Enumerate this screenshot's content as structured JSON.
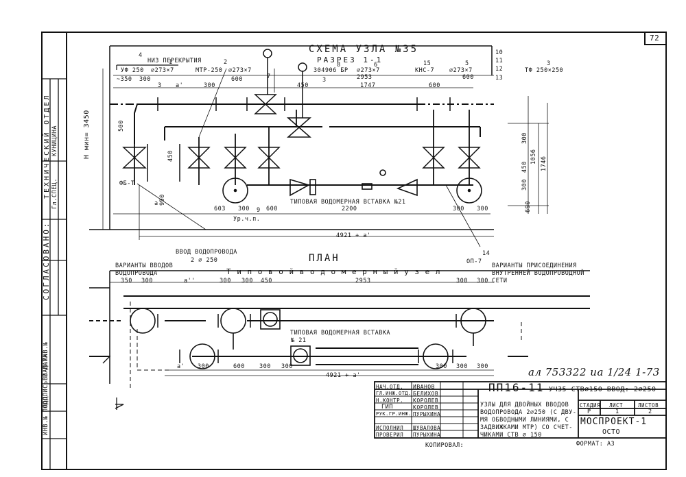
{
  "sheet": {
    "page_number": "72",
    "format": "ФОРМАТ: А3",
    "copied": "КОПИРОВАЛ:",
    "handwritten_note": "ал 753322 иа 1/24 1-73"
  },
  "left_margin": {
    "agreed": "СОГЛАСОВАНО:",
    "tech_dept": "ТЕХНИЧЕСКИЙ ОТДЕЛ",
    "gl_spec": "Гл.СПЕЦ.",
    "name": "КУНИЦИНА",
    "inv_no": "ИНВ.№ ПОДЛ.",
    "sign_date": "ПОДПИСЬ И ДАТА",
    "replaced_inv": "ВЗАМ.ИНВ.№"
  },
  "section": {
    "title": "СХЕМА УЗЛА №35",
    "subtitle": "РАЗРЕЗ 1-1",
    "ceiling": "НИЗ ПЕРЕКРЫТИЯ",
    "h_min": "Н мин= 3450",
    "floor": "Ур.ч.п.",
    "entry": "ВВОД ВОДОПРОВОДА",
    "entry_dn": "2 ∅ 250",
    "insert": "ТИПОВАЯ ВОДОМЕРНАЯ ВСТАВКА №21",
    "total": "4921 + a'",
    "labels": [
      "УФ 250",
      "∅273×7",
      "МТР-250",
      "∅273×7",
      "304906 БР",
      "∅273×7",
      "КНС-7",
      "∅273×7",
      "ТФ 250×250"
    ],
    "callouts": [
      "4",
      "1",
      "2",
      "7",
      "8",
      "6",
      "15",
      "5",
      "3",
      "10",
      "11",
      "12",
      "13",
      "14",
      "9"
    ],
    "dims_top": [
      "~350",
      "300",
      "3",
      "a'",
      "300",
      "600",
      "450",
      "3",
      "1747",
      "600",
      "600",
      "2953"
    ],
    "dims_bottom": [
      "a'",
      "603",
      "300",
      "600",
      "2200",
      "300",
      "300"
    ],
    "dims_right": [
      "300",
      "450",
      "1056",
      "1746",
      "300",
      "690"
    ],
    "dims_left": [
      "500",
      "450",
      "990"
    ],
    "op": "ОП-7",
    "fb": "ФБ-Т"
  },
  "plan": {
    "title": "ПЛАН",
    "node": "Т и п о в о й   в о д о м е р н ы й   у з е л",
    "variants_in": "ВАРИАНТЫ ВВОДОВ ВОДОПРОВОДА",
    "variants_out": "ВАРИАНТЫ ПРИСОЕДИНЕНИЯ ВНУТРЕННЕЙ ВОДОПРОВОДНОЙ СЕТИ",
    "insert": "ТИПОВАЯ ВОДОМЕРНАЯ ВСТАВКА",
    "insert_no": "№ 21",
    "total": "4921 + a'",
    "dims": [
      "350",
      "300",
      "a''",
      "300",
      "300",
      "450",
      "2953",
      "300",
      "300",
      "a'",
      "300",
      "600",
      "300",
      "300",
      "300",
      "300",
      "300"
    ]
  },
  "stamp": {
    "code": "ПП16-11",
    "node": "УЧ35 СТВ∅150 ВВОД: 2∅250",
    "description": [
      "УЗЛЫ ДЛЯ ДВОЙНЫХ ВВОДОВ",
      "ВОДОПРОВОДА 2∅250 (С ДВУ-",
      "МЯ ОБВОДНЫМИ ЛИНИЯМИ, С",
      "ЗАДВИЖКАМИ МТР) СО СЧЕТ-",
      "ЧИКАМИ СТВ ∅ 150"
    ],
    "roles": [
      "НАЧ.ОТД.",
      "ГЛ.ИНЖ.ОТД.",
      "Н.КОНТР.",
      "ГИП",
      "РУК.ГР.ИНЖ.",
      "",
      "ИСПОЛНИЛ",
      "ПРОВЕРИЛ"
    ],
    "names": [
      "ИВАНОВ",
      "БЕЛИХОВ",
      "КОРОЛЕВ",
      "КОРОЛЕВ",
      "ПУРЫХИНА",
      "",
      "ШУВАЛОВА",
      "ПУРЫХИНА"
    ],
    "stage_h": "СТАДИЯ",
    "sheet_h": "ЛИСТ",
    "sheets_h": "ЛИСТОВ",
    "stage": "Р",
    "sheet": "1",
    "sheets": "2",
    "org": "МОСПРОЕКТ-1",
    "org_sub": "ОСТО"
  }
}
